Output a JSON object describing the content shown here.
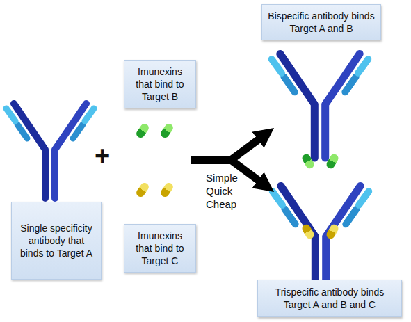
{
  "diagram": {
    "nodes": [
      {
        "text": [
          "Single specificity antibody that binds to Target A"
        ]
      },
      {
        "text": [
          "Imunexins that bind to Target B"
        ]
      },
      {
        "text": [
          "Imunexins that bind to Target C"
        ]
      },
      {
        "text": [
          "Bispecific antibody binds Target A and B"
        ]
      },
      {
        "text": [
          "Trispecific antibody binds Target A and B and C"
        ]
      }
    ],
    "labels": [
      "+",
      "Simple Quick Cheap"
    ]
  }
}
